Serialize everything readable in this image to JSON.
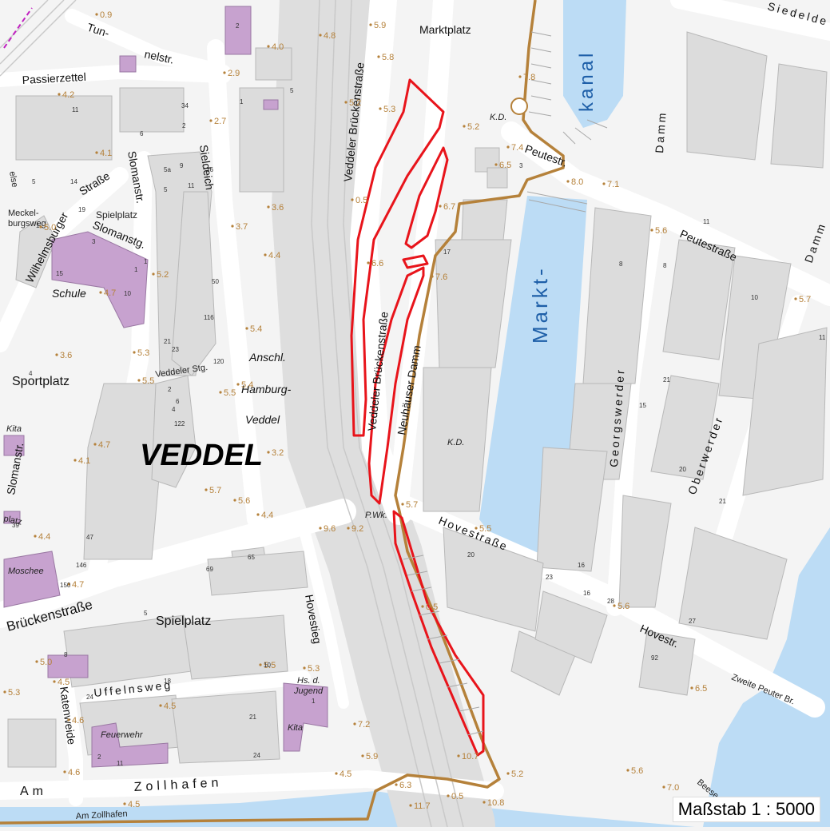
{
  "map": {
    "district_label": "VEDDEL",
    "scale_label": "Maßstab 1 : 5000",
    "colors": {
      "water": "#bcdcf5",
      "building": "#dcdcdc",
      "public_building": "#c7a2cf",
      "road": "#ffffff",
      "boundary": "#b5813a",
      "plan_area": "#e8141b",
      "background": "#f4f4f4",
      "rail": "#c9c9c9"
    },
    "streets": [
      {
        "id": "tunnelstr-a",
        "text": "Tun-"
      },
      {
        "id": "tunnelstr-b",
        "text": "nelstr."
      },
      {
        "id": "passierzettel",
        "text": "Passierzettel"
      },
      {
        "id": "strasse",
        "text": "Straße"
      },
      {
        "id": "meckel",
        "text": "Meckel-"
      },
      {
        "id": "burgsweg",
        "text": "burgsweg"
      },
      {
        "id": "wilhelmsburger",
        "text": "Wilhelmsburger"
      },
      {
        "id": "slomanstg",
        "text": "Slomanstg."
      },
      {
        "id": "slomanstr-a",
        "text": "Slomanstr."
      },
      {
        "id": "slomanstr-b",
        "text": "Slomanstr."
      },
      {
        "id": "sieldeich",
        "text": "Sieldeich"
      },
      {
        "id": "veddeler-bruecken-a",
        "text": "Veddeler Brückenstraße"
      },
      {
        "id": "veddeler-bruecken-b",
        "text": "Veddeler Brückenstraße"
      },
      {
        "id": "veddeler-stg",
        "text": "Veddeler Stg."
      },
      {
        "id": "neuhaeuser",
        "text": "Neuhäuser Damm"
      },
      {
        "id": "peutestr-a",
        "text": "Peutestr."
      },
      {
        "id": "peutestrasse",
        "text": "Peutestraße"
      },
      {
        "id": "damm-a",
        "text": "Damm"
      },
      {
        "id": "damm-b",
        "text": "Damm"
      },
      {
        "id": "siedelde",
        "text": "Siedelde"
      },
      {
        "id": "georgswerder",
        "text": "Georgswerder"
      },
      {
        "id": "oberwerder",
        "text": "Oberwerder"
      },
      {
        "id": "hovestrasse",
        "text": "Hovestraße"
      },
      {
        "id": "hovestr",
        "text": "Hovestr."
      },
      {
        "id": "hovestieg",
        "text": "Hovestieg"
      },
      {
        "id": "zweite-peuter",
        "text": "Zweite Peuter Br."
      },
      {
        "id": "brueckenstrasse",
        "text": "Brückenstraße"
      },
      {
        "id": "uffelnsweg",
        "text": "Uffelnsweg"
      },
      {
        "id": "katenweide",
        "text": "Katenweide"
      },
      {
        "id": "zollhafen",
        "text": "Zollhafen"
      },
      {
        "id": "am",
        "text": "Am"
      },
      {
        "id": "am-zollhafen",
        "text": "Am Zollhafen"
      },
      {
        "id": "beese",
        "text": "Beese"
      },
      {
        "id": "plaetz",
        "text": "platz"
      },
      {
        "id": "else",
        "text": "else"
      }
    ],
    "places": [
      {
        "id": "marktplatz",
        "text": "Marktplatz"
      },
      {
        "id": "spielplatz-a",
        "text": "Spielplatz"
      },
      {
        "id": "spielplatz-b",
        "text": "Spielplatz"
      },
      {
        "id": "sportplatz",
        "text": "Sportplatz"
      },
      {
        "id": "anschl",
        "text": "Anschl."
      },
      {
        "id": "hamburg",
        "text": "Hamburg-"
      },
      {
        "id": "veddel",
        "text": "Veddel"
      },
      {
        "id": "kd-a",
        "text": "K.D."
      },
      {
        "id": "kd-b",
        "text": "K.D."
      },
      {
        "id": "pwk",
        "text": "P.Wk."
      }
    ],
    "buildings": [
      {
        "id": "schule",
        "text": "Schule"
      },
      {
        "id": "moschee",
        "text": "Moschee"
      },
      {
        "id": "kita-a",
        "text": "Kita"
      },
      {
        "id": "kita-b",
        "text": "Kita"
      },
      {
        "id": "feuerwehr",
        "text": "Feuerwehr"
      },
      {
        "id": "hs-jugend-a",
        "text": "Hs. d."
      },
      {
        "id": "hs-jugend-b",
        "text": "Jugend"
      }
    ],
    "water": [
      {
        "id": "kanal",
        "text": "kanal"
      },
      {
        "id": "markt",
        "text": "Markt-"
      }
    ],
    "spot_heights": [
      "0.9",
      "4.8",
      "5.9",
      "5.8",
      "4.0",
      "2.9",
      "4.2",
      "5.2",
      "5.3",
      "2.7",
      "7.8",
      "5.2",
      "4.1",
      "7.4",
      "6.5",
      "8.0",
      "7.1",
      "0.5",
      "3.6",
      "6.7",
      "5.0",
      "3.7",
      "5.6",
      "4.4",
      "6.6",
      "5.2",
      "7.6",
      "4.7",
      "5.7",
      "3.6",
      "5.3",
      "5.4",
      "5.5",
      "5.5",
      "5.4",
      "4.7",
      "4.1",
      "3.2",
      "5.7",
      "5.6",
      "4.4",
      "9.6",
      "9.2",
      "5.7",
      "4.4",
      "4.7",
      "5.5",
      "5.6",
      "5.0",
      "4.5",
      "5.5",
      "5.3",
      "0.5",
      "5.3",
      "4.6",
      "4.5",
      "6.5",
      "7.2",
      "5.9",
      "4.6",
      "4.5",
      "6.3",
      "0.5",
      "10.7",
      "5.2",
      "5.6",
      "7.0",
      "11.7",
      "10.8",
      "4.5"
    ],
    "house_numbers": [
      "2",
      "1",
      "5",
      "34",
      "2",
      "6",
      "11",
      "1",
      "5a",
      "9",
      "5",
      "36",
      "11",
      "14",
      "5",
      "1",
      "19",
      "15",
      "3",
      "1",
      "10",
      "50",
      "116",
      "21",
      "23",
      "120",
      "2",
      "6",
      "122",
      "4",
      "47",
      "146",
      "150",
      "65",
      "69",
      "17",
      "8",
      "10",
      "11",
      "20",
      "23",
      "16",
      "21",
      "28",
      "27",
      "92",
      "15",
      "20",
      "21",
      "16",
      "10",
      "11",
      "3",
      "8",
      "24",
      "18",
      "21",
      "24",
      "1",
      "11",
      "2",
      "8",
      "39",
      "5",
      "4"
    ]
  }
}
